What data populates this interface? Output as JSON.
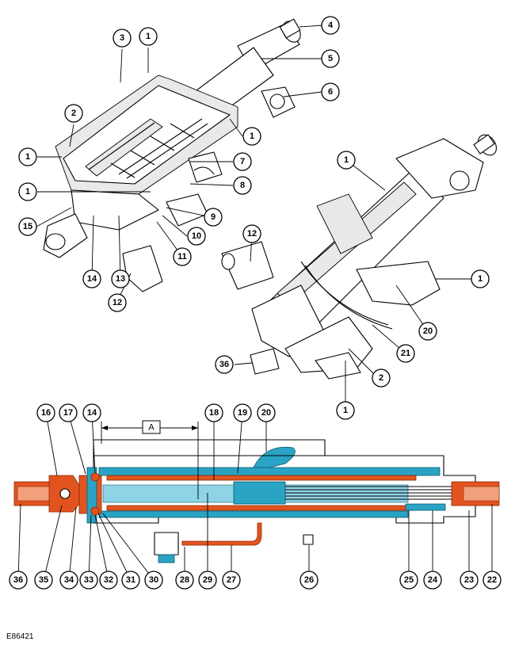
{
  "figure": {
    "reference": "E86421",
    "dimension_label": "A"
  },
  "callouts": [
    "1",
    "2",
    "3",
    "4",
    "5",
    "6",
    "7",
    "8",
    "9",
    "10",
    "11",
    "12",
    "13",
    "14",
    "15",
    "16",
    "17",
    "18",
    "19",
    "20",
    "21",
    "22",
    "23",
    "24",
    "25",
    "26",
    "27",
    "28",
    "29",
    "30",
    "31",
    "32",
    "33",
    "34",
    "35",
    "36"
  ],
  "colors": {
    "section_blue": "#2aa3c4",
    "section_orange": "#e2541f",
    "line": "#000000"
  }
}
